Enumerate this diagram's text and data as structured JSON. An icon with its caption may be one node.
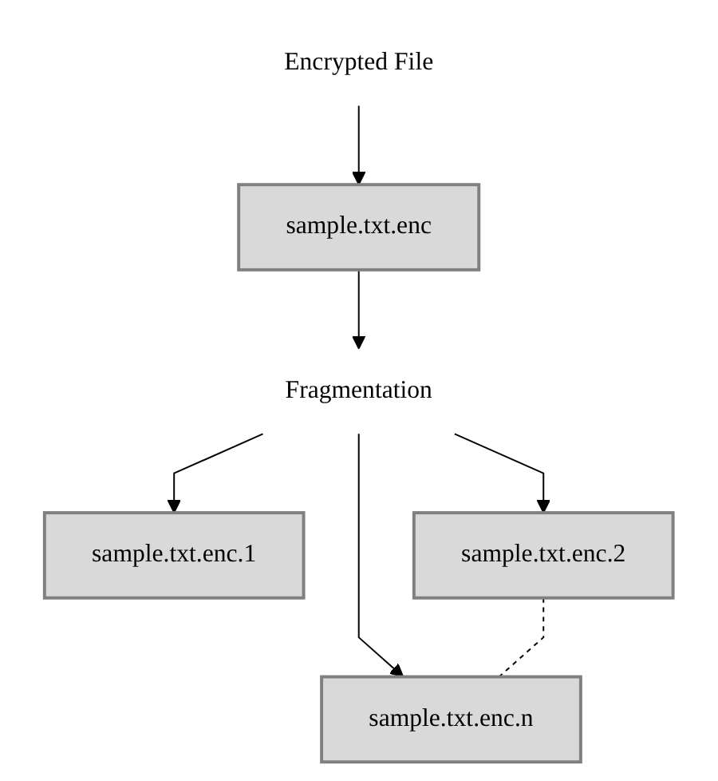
{
  "diagram": {
    "nodes": [
      {
        "text": [
          "sample.txt.enc"
        ]
      },
      {
        "text": [
          "Encrypted File"
        ]
      },
      {
        "text": [
          "Fragmentation"
        ]
      },
      {
        "text": [
          "sample.txt.enc.1"
        ]
      },
      {
        "text": [
          "sample.txt.enc.2"
        ]
      },
      {
        "text": [
          "sample.txt.enc.n"
        ]
      }
    ],
    "edges": [
      {
        "from": 1,
        "to": 0,
        "arrow": "to"
      },
      {
        "from": 0,
        "to": 2,
        "arrow": "to"
      },
      {
        "from": 2,
        "to": 3,
        "arrow": "to"
      },
      {
        "from": 2,
        "to": 4,
        "arrow": "to"
      },
      {
        "from": 2,
        "to": 5,
        "arrow": "to"
      },
      {
        "from": 4,
        "to": 5,
        "arrow": "none",
        "style": "dashed"
      }
    ]
  }
}
